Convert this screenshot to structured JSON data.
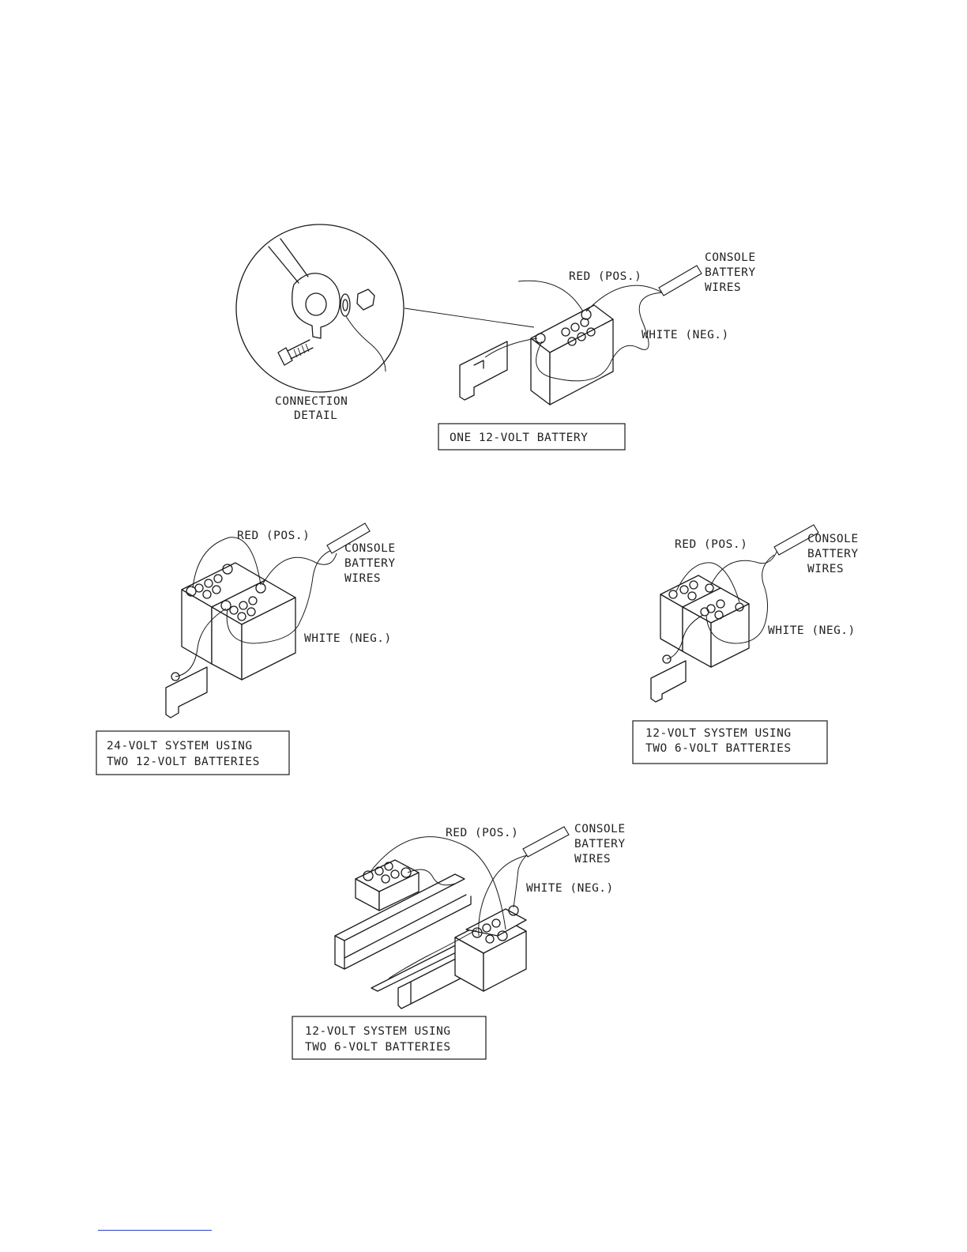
{
  "diagram_1": {
    "label_red": "RED (POS.)",
    "label_white": "WHITE (NEG.)",
    "label_console": [
      "CONSOLE",
      "BATTERY",
      "WIRES"
    ],
    "detail_label": [
      "CONNECTION",
      "DETAIL"
    ],
    "caption": [
      "ONE 12-VOLT BATTERY"
    ]
  },
  "diagram_2": {
    "label_red": "RED (POS.)",
    "label_white": "WHITE (NEG.)",
    "label_console": [
      "CONSOLE",
      "BATTERY",
      "WIRES"
    ],
    "caption": [
      "24-VOLT SYSTEM USING",
      "TWO 12-VOLT BATTERIES"
    ]
  },
  "diagram_3": {
    "label_red": "RED (POS.)",
    "label_white": "WHITE (NEG.)",
    "label_console": [
      "CONSOLE",
      "BATTERY",
      "WIRES"
    ],
    "caption": [
      "12-VOLT SYSTEM USING",
      "TWO 6-VOLT BATTERIES"
    ]
  },
  "diagram_4": {
    "label_red": "RED (POS.)",
    "label_white": "WHITE (NEG.)",
    "label_console": [
      "CONSOLE",
      "BATTERY",
      "WIRES"
    ],
    "caption": [
      "12-VOLT SYSTEM USING",
      "TWO 6-VOLT BATTERIES"
    ]
  },
  "colors": {
    "line": "#1a1a1a",
    "footer_link": "#2b3fd1"
  }
}
